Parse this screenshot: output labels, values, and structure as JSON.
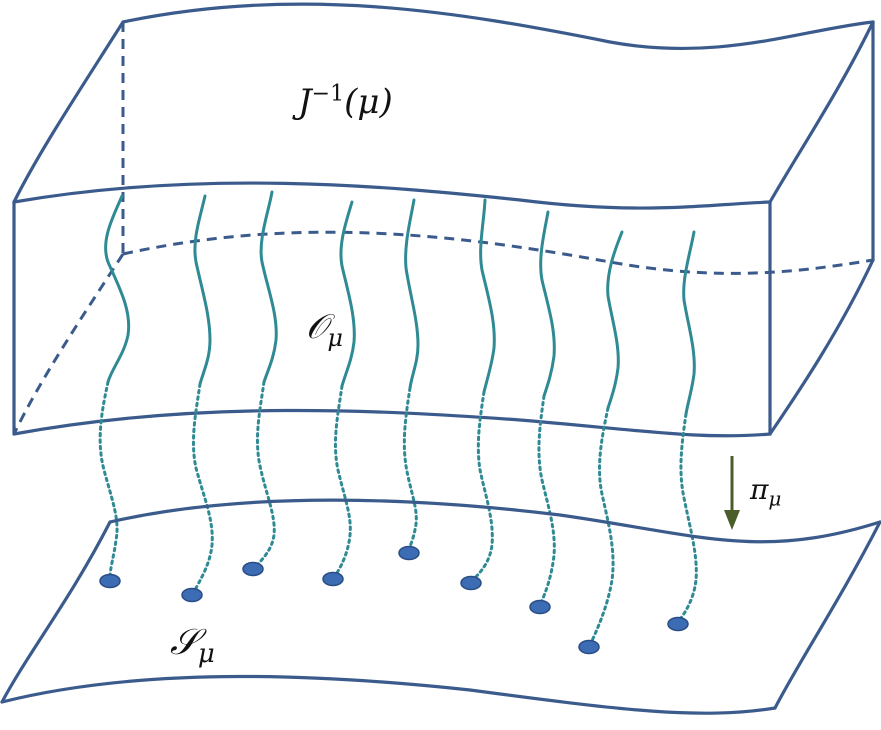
{
  "labels": {
    "top_main": "J",
    "top_sup": "−1",
    "top_arg": "(μ)",
    "orbit_main": "𝒪",
    "orbit_sub": "μ",
    "proj_main": "π",
    "proj_sub": "μ",
    "base_main": "𝒮",
    "base_sub": "μ"
  },
  "colors": {
    "edges": "#3b5b8c",
    "orbits": "#2f8a94",
    "dots": "#3c6db4",
    "arrow": "#4a5e2a"
  }
}
